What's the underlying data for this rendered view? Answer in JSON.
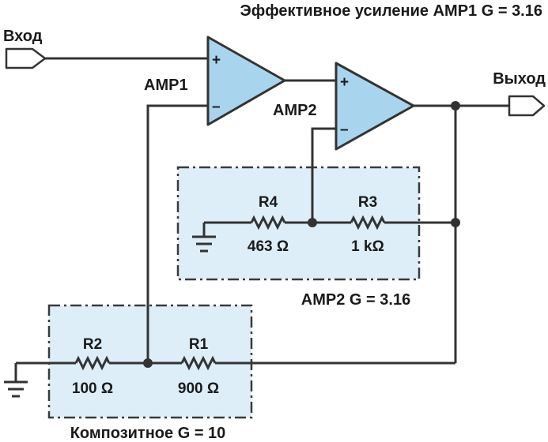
{
  "title": "Эффективное усиление AMP1 G = 3.16",
  "input": {
    "label": "Вход"
  },
  "output": {
    "label": "Выход"
  },
  "amp1": {
    "label": "AMP1",
    "plus": "+",
    "minus": "–"
  },
  "amp2": {
    "label": "AMP2",
    "plus": "+",
    "minus": "–"
  },
  "amp2_network": {
    "caption": "AMP2 G = 3.16",
    "r4": {
      "name": "R4",
      "value": "463 Ω"
    },
    "r3": {
      "name": "R3",
      "value": "1 kΩ"
    }
  },
  "composite_network": {
    "caption": "Композитное G = 10",
    "r2": {
      "name": "R2",
      "value": "100 Ω"
    },
    "r1": {
      "name": "R1",
      "value": "900 Ω"
    }
  },
  "colors": {
    "opamp_fill": "#a8d4ee",
    "network_fill": "#deeef9",
    "line": "#333333",
    "text": "#1a1a1a"
  }
}
